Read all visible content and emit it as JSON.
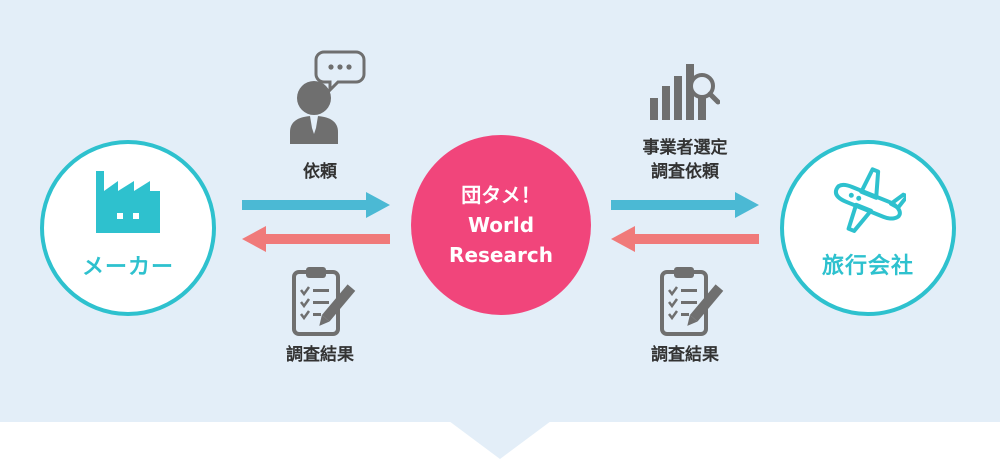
{
  "nodes": {
    "maker": "メーカー",
    "center_line1": "団タメ！",
    "center_line2": "World",
    "center_line3": "Research",
    "travel_agency": "旅行会社"
  },
  "captions": {
    "request": "依頼",
    "result_left": "調査結果",
    "selection_line1": "事業者選定",
    "selection_line2": "調査依頼",
    "result_right": "調査結果"
  },
  "icons": {
    "factory": "factory-icon",
    "airplane": "airplane-icon",
    "person": "person-speech-icon",
    "clipboard": "clipboard-icon",
    "chart": "bar-chart-search-icon"
  },
  "colors": {
    "background": "#e3eef8",
    "teal": "#2ec1ce",
    "pink": "#f1457b",
    "arrow_blue": "#4bb9d4",
    "arrow_red": "#f07a7a",
    "icon_gray": "#6f6f6f"
  }
}
